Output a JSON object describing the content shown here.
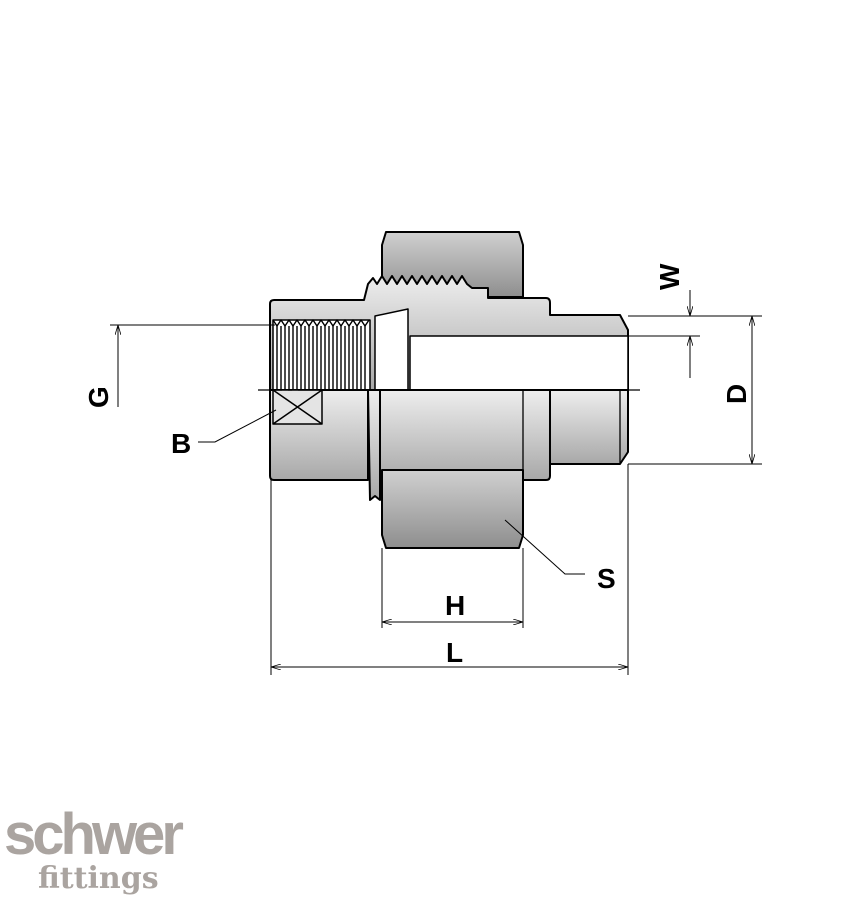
{
  "diagram": {
    "labels": {
      "G": "G",
      "B": "B",
      "W": "W",
      "D": "D",
      "S": "S",
      "H": "H",
      "L": "L"
    },
    "colors": {
      "body_light": "#e6e6e6",
      "body_dark": "#9a9a9a",
      "line": "#000000"
    }
  },
  "logo": {
    "line1": "schwer",
    "line2": "fittings",
    "color": "#aaa4a0"
  }
}
